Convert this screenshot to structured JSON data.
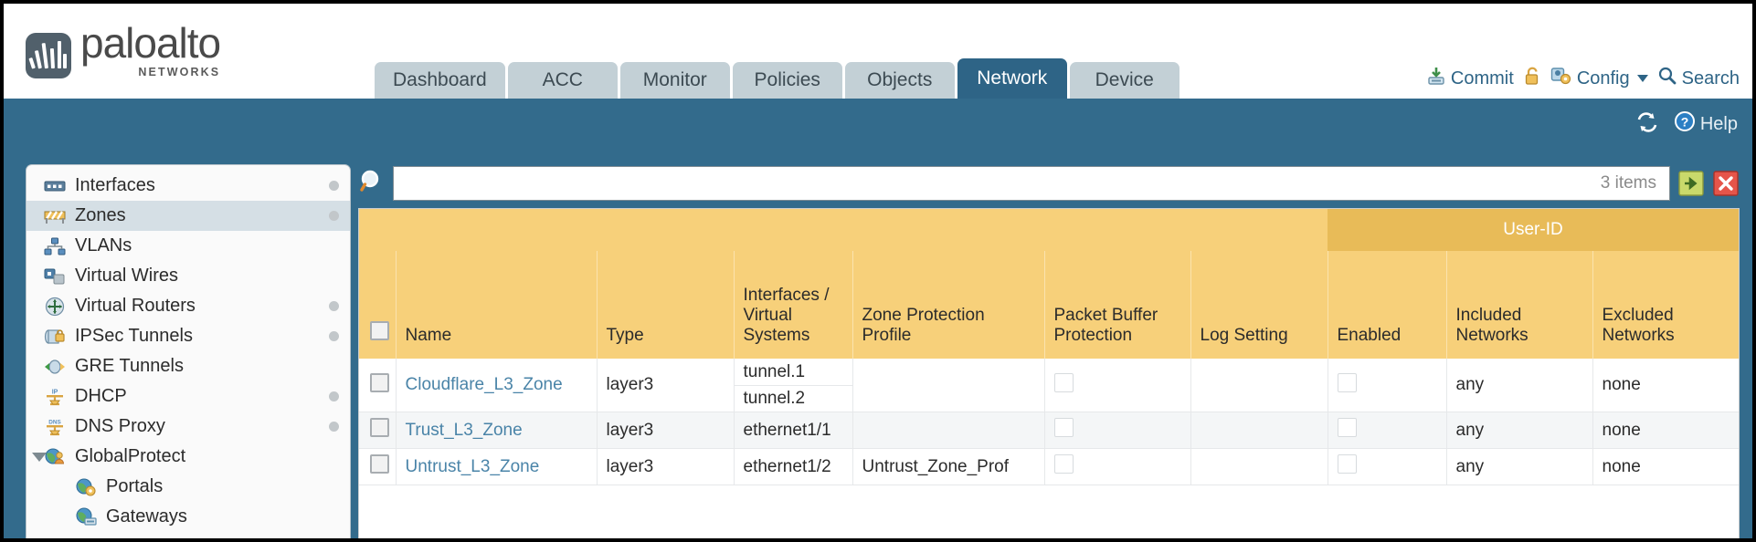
{
  "brand": {
    "name": "paloalto",
    "tagline": "NETWORKS"
  },
  "nav": {
    "tabs": [
      {
        "label": "Dashboard",
        "active": false
      },
      {
        "label": "ACC",
        "active": false
      },
      {
        "label": "Monitor",
        "active": false
      },
      {
        "label": "Policies",
        "active": false
      },
      {
        "label": "Objects",
        "active": false
      },
      {
        "label": "Network",
        "active": true
      },
      {
        "label": "Device",
        "active": false
      }
    ]
  },
  "top_actions": {
    "commit": "Commit",
    "lock_icon": "padlock-icon",
    "config": "Config",
    "search": "Search"
  },
  "subbar": {
    "refresh_icon": "refresh-icon",
    "help": "Help"
  },
  "sidebar": {
    "items": [
      {
        "label": "Interfaces",
        "icon": "interfaces-icon",
        "dot": true,
        "selected": false,
        "child": false
      },
      {
        "label": "Zones",
        "icon": "zones-icon",
        "dot": true,
        "selected": true,
        "child": false
      },
      {
        "label": "VLANs",
        "icon": "vlans-icon",
        "dot": false,
        "selected": false,
        "child": false
      },
      {
        "label": "Virtual Wires",
        "icon": "virtual-wires-icon",
        "dot": false,
        "selected": false,
        "child": false
      },
      {
        "label": "Virtual Routers",
        "icon": "virtual-routers-icon",
        "dot": true,
        "selected": false,
        "child": false
      },
      {
        "label": "IPSec Tunnels",
        "icon": "ipsec-tunnels-icon",
        "dot": true,
        "selected": false,
        "child": false
      },
      {
        "label": "GRE Tunnels",
        "icon": "gre-tunnels-icon",
        "dot": false,
        "selected": false,
        "child": false
      },
      {
        "label": "DHCP",
        "icon": "dhcp-icon",
        "dot": true,
        "selected": false,
        "child": false
      },
      {
        "label": "DNS Proxy",
        "icon": "dns-proxy-icon",
        "dot": true,
        "selected": false,
        "child": false
      },
      {
        "label": "GlobalProtect",
        "icon": "globalprotect-icon",
        "dot": false,
        "selected": false,
        "child": false,
        "expander": true
      },
      {
        "label": "Portals",
        "icon": "portals-icon",
        "dot": false,
        "selected": false,
        "child": true
      },
      {
        "label": "Gateways",
        "icon": "gateways-icon",
        "dot": false,
        "selected": false,
        "child": true
      }
    ]
  },
  "search": {
    "value": "",
    "placeholder": "",
    "item_count": "3 items",
    "apply_icon": "green-arrow-icon",
    "clear_icon": "red-x-icon",
    "magnifier_icon": "search-icon"
  },
  "table": {
    "group_header": "User-ID",
    "columns": [
      "Name",
      "Type",
      "Interfaces / Virtual Systems",
      "Zone Protection Profile",
      "Packet Buffer Protection",
      "Log Setting",
      "Enabled",
      "Included Networks",
      "Excluded Networks"
    ],
    "rows": [
      {
        "selected": false,
        "name": "Cloudflare_L3_Zone",
        "type": "layer3",
        "interfaces": [
          "tunnel.1",
          "tunnel.2"
        ],
        "zone_protection_profile": "",
        "packet_buffer_protection": false,
        "log_setting": "",
        "userid_enabled": false,
        "included_networks": "any",
        "excluded_networks": "none"
      },
      {
        "selected": false,
        "name": "Trust_L3_Zone",
        "type": "layer3",
        "interfaces": [
          "ethernet1/1"
        ],
        "zone_protection_profile": "",
        "packet_buffer_protection": false,
        "log_setting": "",
        "userid_enabled": false,
        "included_networks": "any",
        "excluded_networks": "none"
      },
      {
        "selected": false,
        "name": "Untrust_L3_Zone",
        "type": "layer3",
        "interfaces": [
          "ethernet1/2"
        ],
        "zone_protection_profile": "Untrust_Zone_Prof",
        "packet_buffer_protection": false,
        "log_setting": "",
        "userid_enabled": false,
        "included_networks": "any",
        "excluded_networks": "none"
      }
    ]
  },
  "colors": {
    "chrome_blue": "#336b8c",
    "tab_active": "#2e6486",
    "tab_inactive": "#c3d0d6",
    "table_header_gold": "#f7d07a",
    "table_group_gold": "#e8bb58",
    "link_blue": "#4a84a8",
    "sidebar_selected": "#d5dfe5"
  }
}
